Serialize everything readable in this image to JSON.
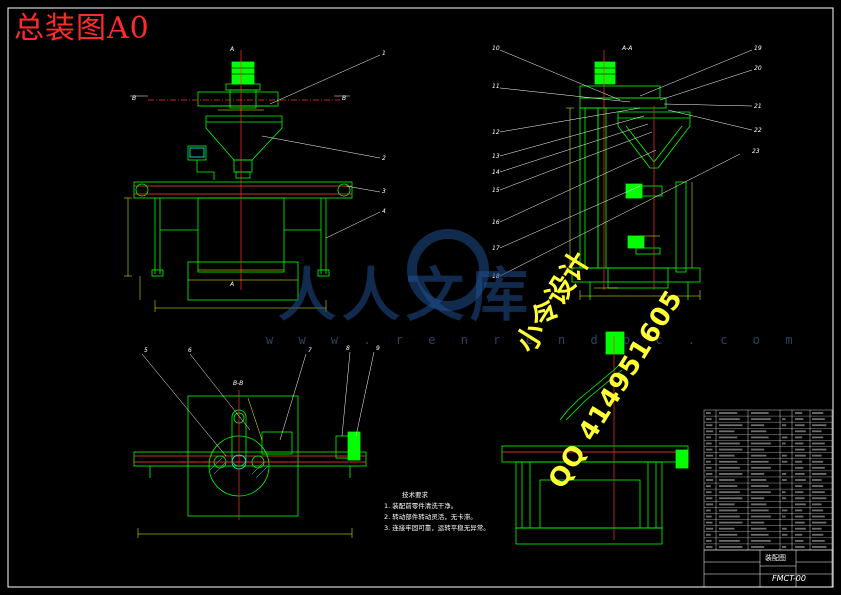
{
  "drawing_title": "总装图A0",
  "watermark": {
    "brand": "人人文库",
    "url": "w w w . r e n r e n d o c . c o m"
  },
  "stamp": {
    "designer": "小令设计",
    "contact": "QQ 414951605"
  },
  "section_labels": {
    "a_a": "A-A",
    "b_b": "B-B",
    "a_top": "A",
    "a_bottom": "A",
    "b_left": "B",
    "b_right": "B"
  },
  "tech_notes": {
    "heading": "技术要求",
    "items": [
      "1. 装配前零件清洗干净。",
      "2. 转动部件转动灵活，无卡滞。",
      "3. 连接牢固可靠，运转平稳无异常。"
    ]
  },
  "title_block": {
    "drawing_name": "装配图",
    "code": "FMCT-00"
  },
  "colors": {
    "frame": "#ffffff",
    "outline": "#00ff00",
    "centerline": "#ff3030",
    "leader": "#ffffff",
    "dimension": "#ffff00",
    "hatch": "#00ffff",
    "title": "#ff2a2a",
    "stamp": "#ffff33"
  }
}
